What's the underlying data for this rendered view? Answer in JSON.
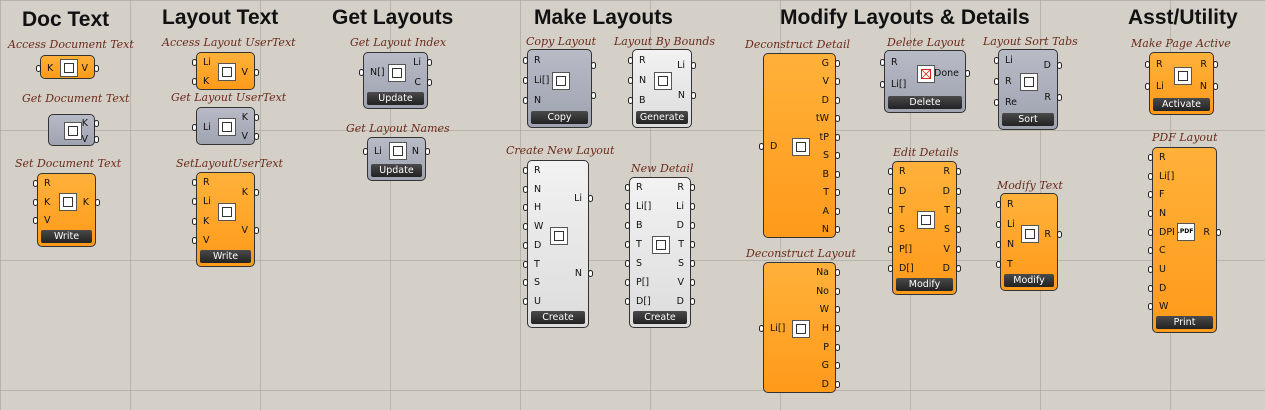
{
  "headers": {
    "doc_text": "Doc Text",
    "layout_text": "Layout Text",
    "get_layouts": "Get Layouts",
    "make_layouts": "Make Layouts",
    "modify": "Modify Layouts & Details",
    "utility": "Asst/Utility"
  },
  "components": {
    "access_document_text": {
      "title": "Access Document Text",
      "in": [
        "K"
      ],
      "out": [
        "V"
      ]
    },
    "get_document_text": {
      "title": "Get Document Text",
      "in": [],
      "out": [
        "K",
        "V"
      ]
    },
    "set_document_text": {
      "title": "Set Document Text",
      "in": [
        "R",
        "K",
        "V"
      ],
      "out": [
        "K"
      ],
      "button": "Write"
    },
    "access_layout_usertext": {
      "title": "Access Layout UserText",
      "in": [
        "Li",
        "K"
      ],
      "out": [
        "V"
      ]
    },
    "get_layout_usertext": {
      "title": "Get Layout UserText",
      "in": [
        "Li"
      ],
      "out": [
        "K",
        "V"
      ]
    },
    "set_layout_usertext": {
      "title": "SetLayoutUserText",
      "in": [
        "R",
        "Li",
        "K",
        "V"
      ],
      "out": [
        "K",
        "V"
      ],
      "button": "Write"
    },
    "get_layout_index": {
      "title": "Get Layout Index",
      "in": [
        "N[]"
      ],
      "out": [
        "Li",
        "C"
      ],
      "button": "Update"
    },
    "get_layout_names": {
      "title": "Get Layout Names",
      "in": [
        "Li"
      ],
      "out": [
        "N"
      ],
      "button": "Update"
    },
    "copy_layout": {
      "title": "Copy Layout",
      "in": [
        "R",
        "Li[]",
        "N"
      ],
      "out": [
        "",
        ""
      ],
      "button": "Copy"
    },
    "layout_by_bounds": {
      "title": "Layout By Bounds",
      "in": [
        "R",
        "N",
        "B"
      ],
      "out": [
        "Li",
        "N"
      ],
      "button": "Generate"
    },
    "create_new_layout": {
      "title": "Create New Layout",
      "in": [
        "R",
        "N",
        "H",
        "W",
        "D",
        "T",
        "S",
        "U"
      ],
      "out": [
        "Li",
        "N"
      ],
      "button": "Create"
    },
    "new_detail": {
      "title": "New Detail",
      "in": [
        "R",
        "Li[]",
        "B",
        "T",
        "S",
        "P[]",
        "D[]"
      ],
      "out": [
        "R",
        "Li",
        "D",
        "T",
        "S",
        "V",
        "D"
      ],
      "button": "Create"
    },
    "deconstruct_detail": {
      "title": "Deconstruct Detail",
      "in": [
        "D"
      ],
      "out": [
        "G",
        "V",
        "D",
        "tW",
        "tP",
        "S",
        "B",
        "T",
        "A",
        "N"
      ]
    },
    "deconstruct_layout": {
      "title": "Deconstruct Layout",
      "in": [
        "Li[]"
      ],
      "out": [
        "Na",
        "No",
        "W",
        "H",
        "P",
        "G",
        "D"
      ]
    },
    "delete_layout": {
      "title": "Delete Layout",
      "in": [
        "R",
        "Li[]"
      ],
      "out": [
        "Done"
      ],
      "button": "Delete"
    },
    "layout_sort_tabs": {
      "title": "Layout Sort Tabs",
      "in": [
        "Li",
        "R",
        "Re"
      ],
      "out": [
        "D",
        "R"
      ],
      "button": "Sort"
    },
    "edit_details": {
      "title": "Edit Details",
      "in": [
        "R",
        "D",
        "T",
        "S",
        "P[]",
        "D[]"
      ],
      "out": [
        "R",
        "D",
        "T",
        "S",
        "V",
        "D"
      ],
      "button": "Modify"
    },
    "modify_text": {
      "title": "Modify Text",
      "in": [
        "R",
        "Li",
        "N",
        "T"
      ],
      "out": [
        "R"
      ],
      "button": "Modify"
    },
    "make_page_active": {
      "title": "Make Page Active",
      "in": [
        "R",
        "Li"
      ],
      "out": [
        "R",
        "N"
      ],
      "button": "Activate"
    },
    "pdf_layout": {
      "title": "PDF Layout",
      "in": [
        "R",
        "Li[]",
        "F",
        "N",
        "DPI",
        "C",
        "U",
        "D",
        "W"
      ],
      "out": [
        "R"
      ],
      "button": "Print",
      "icon_text": ".PDF"
    }
  }
}
